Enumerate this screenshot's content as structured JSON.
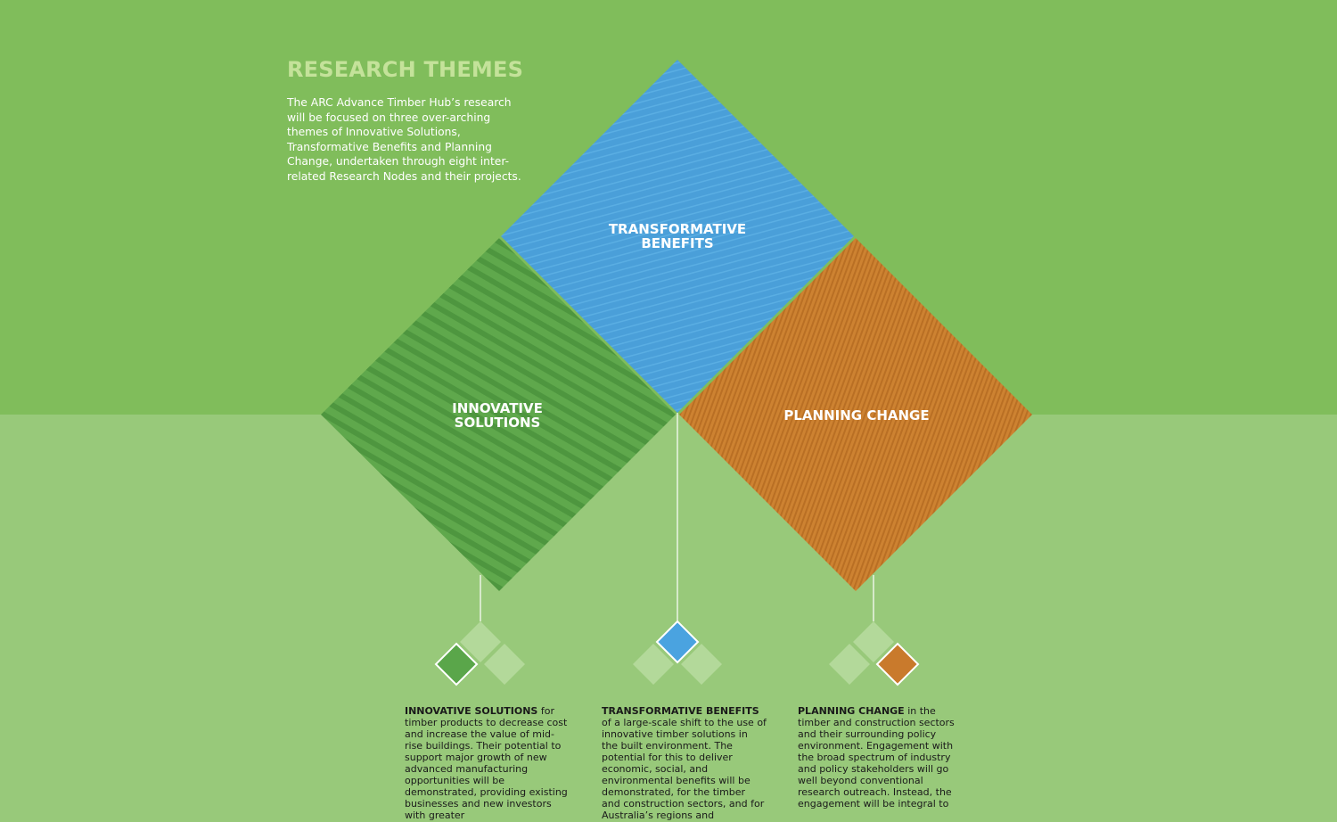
{
  "header": {
    "title": "RESEARCH THEMES",
    "intro": "The ARC Advance Timber Hub’s research will be focused on three over-arching themes of Innovative Solutions, Transformative Benefits and Planning Change, undertaken through eight inter-related Research Nodes and their projects."
  },
  "themes": [
    {
      "label_line1": "INNOVATIVE",
      "label_line2": "SOLUTIONS",
      "color": "#5aa64a",
      "heading": "INNOVATIVE SOLUTIONS",
      "body": " for timber products to decrease cost and increase the value of mid-rise buildings. Their potential to support major growth of new advanced manufacturing opportunities will be demonstrated, providing existing businesses and new investors with greater"
    },
    {
      "label_line1": "TRANSFORMATIVE",
      "label_line2": "BENEFITS",
      "color": "#4aa3e0",
      "heading": "TRANSFORMATIVE BENEFITS",
      "body": " of a large-scale shift to the use of innovative timber solutions in the built environment. The potential for this to deliver economic, social, and environmental benefits will be demonstrated, for the timber and construction sectors, and for Australia’s regions and"
    },
    {
      "label_line1": "PLANNING CHANGE",
      "label_line2": "",
      "color": "#c97a2c",
      "heading": "PLANNING CHANGE",
      "body": " in the timber and construction sectors and their surrounding policy environment. Engagement with the broad spectrum of industry and policy stakeholders will go well beyond conventional research outreach. Instead, the engagement will be integral to"
    }
  ]
}
